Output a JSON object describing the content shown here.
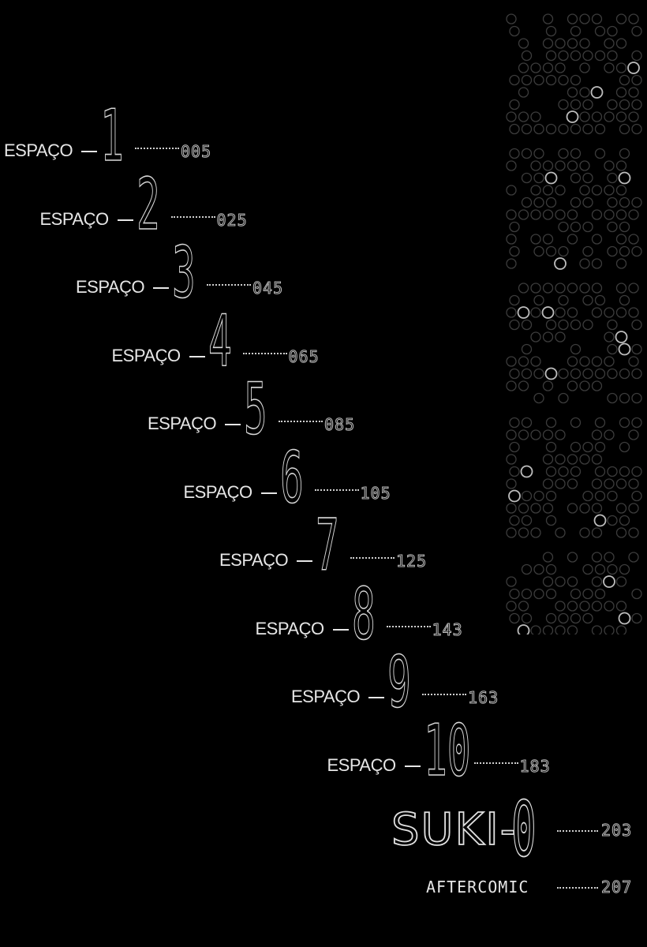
{
  "entries": [
    {
      "label": "ESPAÇO",
      "number": "1",
      "page": "005"
    },
    {
      "label": "ESPAÇO",
      "number": "2",
      "page": "025"
    },
    {
      "label": "ESPAÇO",
      "number": "3",
      "page": "045"
    },
    {
      "label": "ESPAÇO",
      "number": "4",
      "page": "065"
    },
    {
      "label": "ESPAÇO",
      "number": "5",
      "page": "085"
    },
    {
      "label": "ESPAÇO",
      "number": "6",
      "page": "105"
    },
    {
      "label": "ESPAÇO",
      "number": "7",
      "page": "125"
    },
    {
      "label": "ESPAÇO",
      "number": "8",
      "page": "143"
    },
    {
      "label": "ESPAÇO",
      "number": "9",
      "page": "163"
    },
    {
      "label": "ESPAÇO",
      "number": "10",
      "page": "183"
    }
  ],
  "suki": {
    "label": "SUKI-",
    "number": "0",
    "page": "203"
  },
  "aftercomic": {
    "label": "AFTERCOMIC",
    "page": "207"
  },
  "colors": {
    "background": "#000000",
    "text": "#e6e6e6",
    "outline": "#d8d8d8"
  },
  "decoration": {
    "icon": "circle-dot-matrix-icon"
  }
}
